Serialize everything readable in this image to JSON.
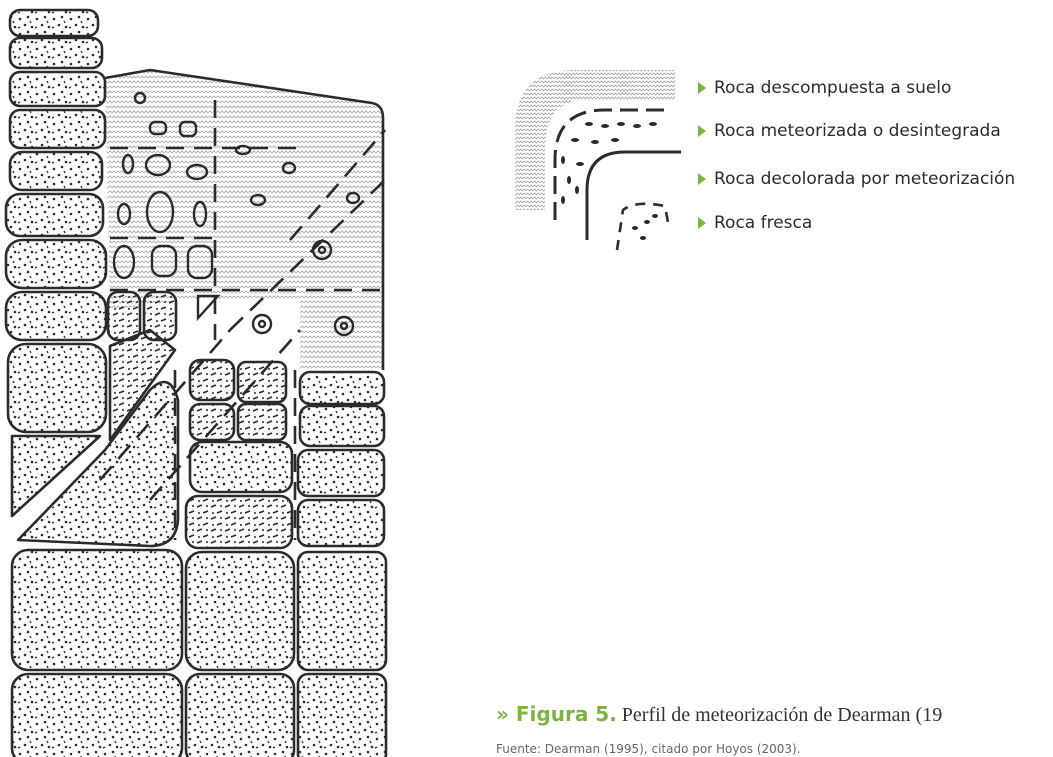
{
  "legend": {
    "items": [
      {
        "label": "Roca descompuesta a suelo",
        "icon": "triangle-bullet-icon"
      },
      {
        "label": "Roca meteorizada o desintegrada",
        "icon": "triangle-bullet-icon"
      },
      {
        "label": "Roca decolorada por meteorización",
        "icon": "triangle-bullet-icon"
      },
      {
        "label": "Roca fresca",
        "icon": "triangle-bullet-icon"
      }
    ]
  },
  "caption": {
    "figure_label": "» Figura 5.",
    "title": "Perfil de meteorización de Dearman (19",
    "source": "Fuente: Dearman (1995), citado por Hoyos (2003)."
  },
  "colors": {
    "accent": "#7cb342",
    "ink": "#2b2b2b",
    "soil_hatch": "#9a9a9a"
  }
}
